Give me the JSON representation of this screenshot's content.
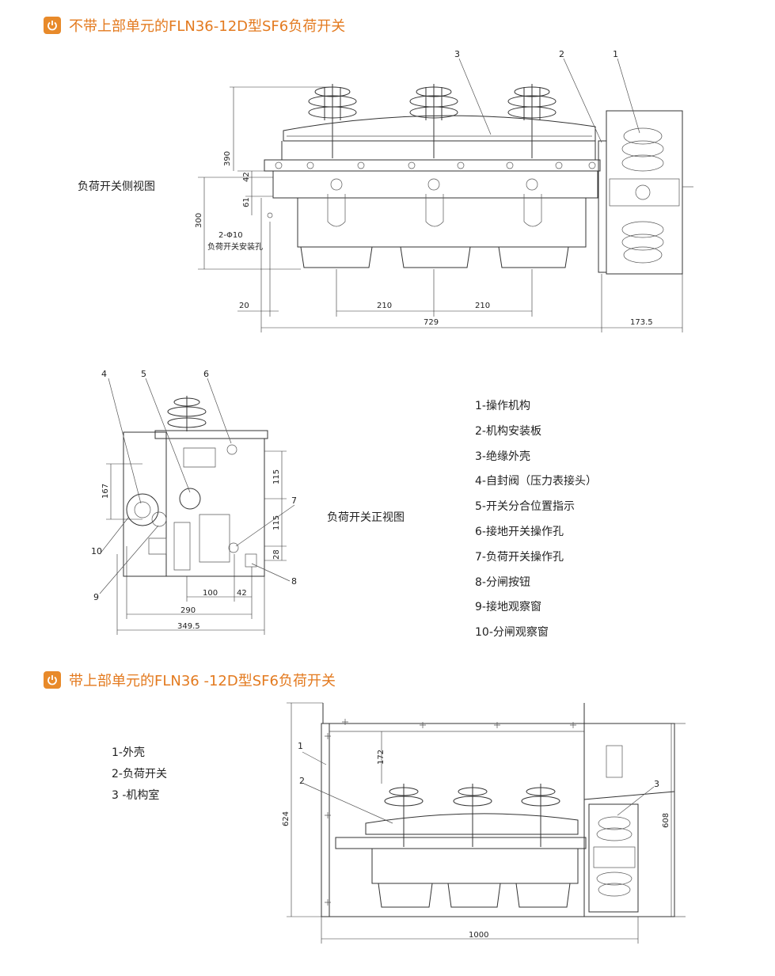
{
  "section1": {
    "title": "不带上部单元的FLN36-12D型SF6负荷开关"
  },
  "section2": {
    "title": "带上部单元的FLN36 -12D型SF6负荷开关"
  },
  "side_view": {
    "caption": "负荷开关侧视图",
    "callouts": [
      "3",
      "2",
      "1"
    ],
    "dims": {
      "h390": "390",
      "h42": "42",
      "h61": "61",
      "h300": "300",
      "hole": "2-Φ10",
      "hole_note": "负荷开关安装孔",
      "w20": "20",
      "w210a": "210",
      "w210b": "210",
      "w729": "729",
      "w173": "173.5"
    }
  },
  "front_view": {
    "caption": "负荷开关正视图",
    "callouts": [
      "4",
      "5",
      "6",
      "7",
      "8",
      "9",
      "10"
    ],
    "dims": {
      "v167": "167",
      "v115a": "115",
      "v115b": "115",
      "v28": "28",
      "w100": "100",
      "w42": "42",
      "w290": "290",
      "w349": "349.5"
    }
  },
  "legend1": [
    "1-操作机构",
    "2-机构安装板",
    "3-绝缘外壳",
    "4-自封阀（压力表接头）",
    "5-开关分合位置指示",
    "6-接地开关操作孔",
    "7-负荷开关操作孔",
    "8-分闸按钮",
    "9-接地观察窗",
    "10-分闸观察窗"
  ],
  "legend2": [
    "1-外壳",
    "2-负荷开关",
    "3 -机构室"
  ],
  "cabinet_view": {
    "callouts": [
      "1",
      "2",
      "3"
    ],
    "dims": {
      "h172": "172",
      "h624": "624",
      "h608": "608",
      "w1000": "1000"
    }
  }
}
